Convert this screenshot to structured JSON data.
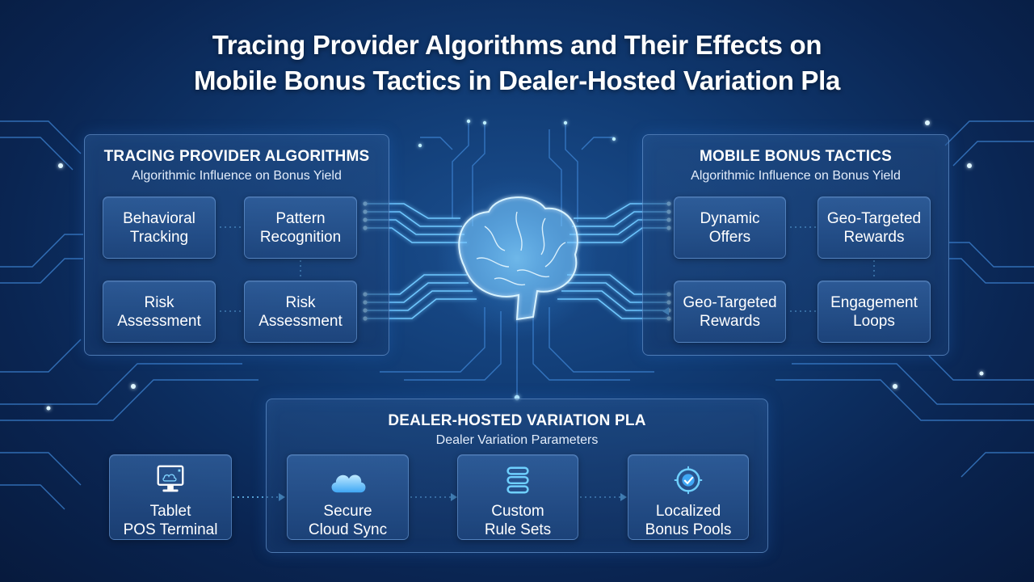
{
  "title": {
    "line1": "Tracing Provider Algorithms and Their Effects on",
    "line2": "Mobile Bonus Tactics in Dealer-Hosted Variation Pla"
  },
  "left_panel": {
    "title": "TRACING PROVIDER ALGORITHMS",
    "subtitle": "Algorithmic Influence on Bonus Yield",
    "boxes": [
      "Behavioral\nTracking",
      "Pattern\nRecognition",
      "Risk\nAssessment",
      "Risk\nAssessment"
    ]
  },
  "right_panel": {
    "title": "MOBILE BONUS TACTICS",
    "subtitle": "Algorithmic Influence on Bonus Yield",
    "boxes": [
      "Dynamic\nOffers",
      "Geo-Targeted\nRewards",
      "Geo-Targeted\nRewards",
      "Engagement\nLoops"
    ]
  },
  "bottom_panel": {
    "title": "DEALER-HOSTED VARIATION PLA",
    "subtitle": "Dealer Variation Parameters",
    "boxes": [
      "Secure\nCloud Sync",
      "Custom\nRule Sets",
      "Localized\nBonus Pools"
    ]
  },
  "terminal": {
    "label": "Tablet\nPOS Terminal"
  },
  "icons": {
    "center": "brain-icon",
    "terminal": "tablet-monitor-icon",
    "cloud": "cloud-icon",
    "rules": "stacked-layers-icon",
    "pools": "bonus-coin-icon"
  },
  "colors": {
    "background": "#0c2b5c",
    "accent": "#4fc3ff",
    "glow": "#8fe0ff",
    "box": "#2a5a96"
  }
}
